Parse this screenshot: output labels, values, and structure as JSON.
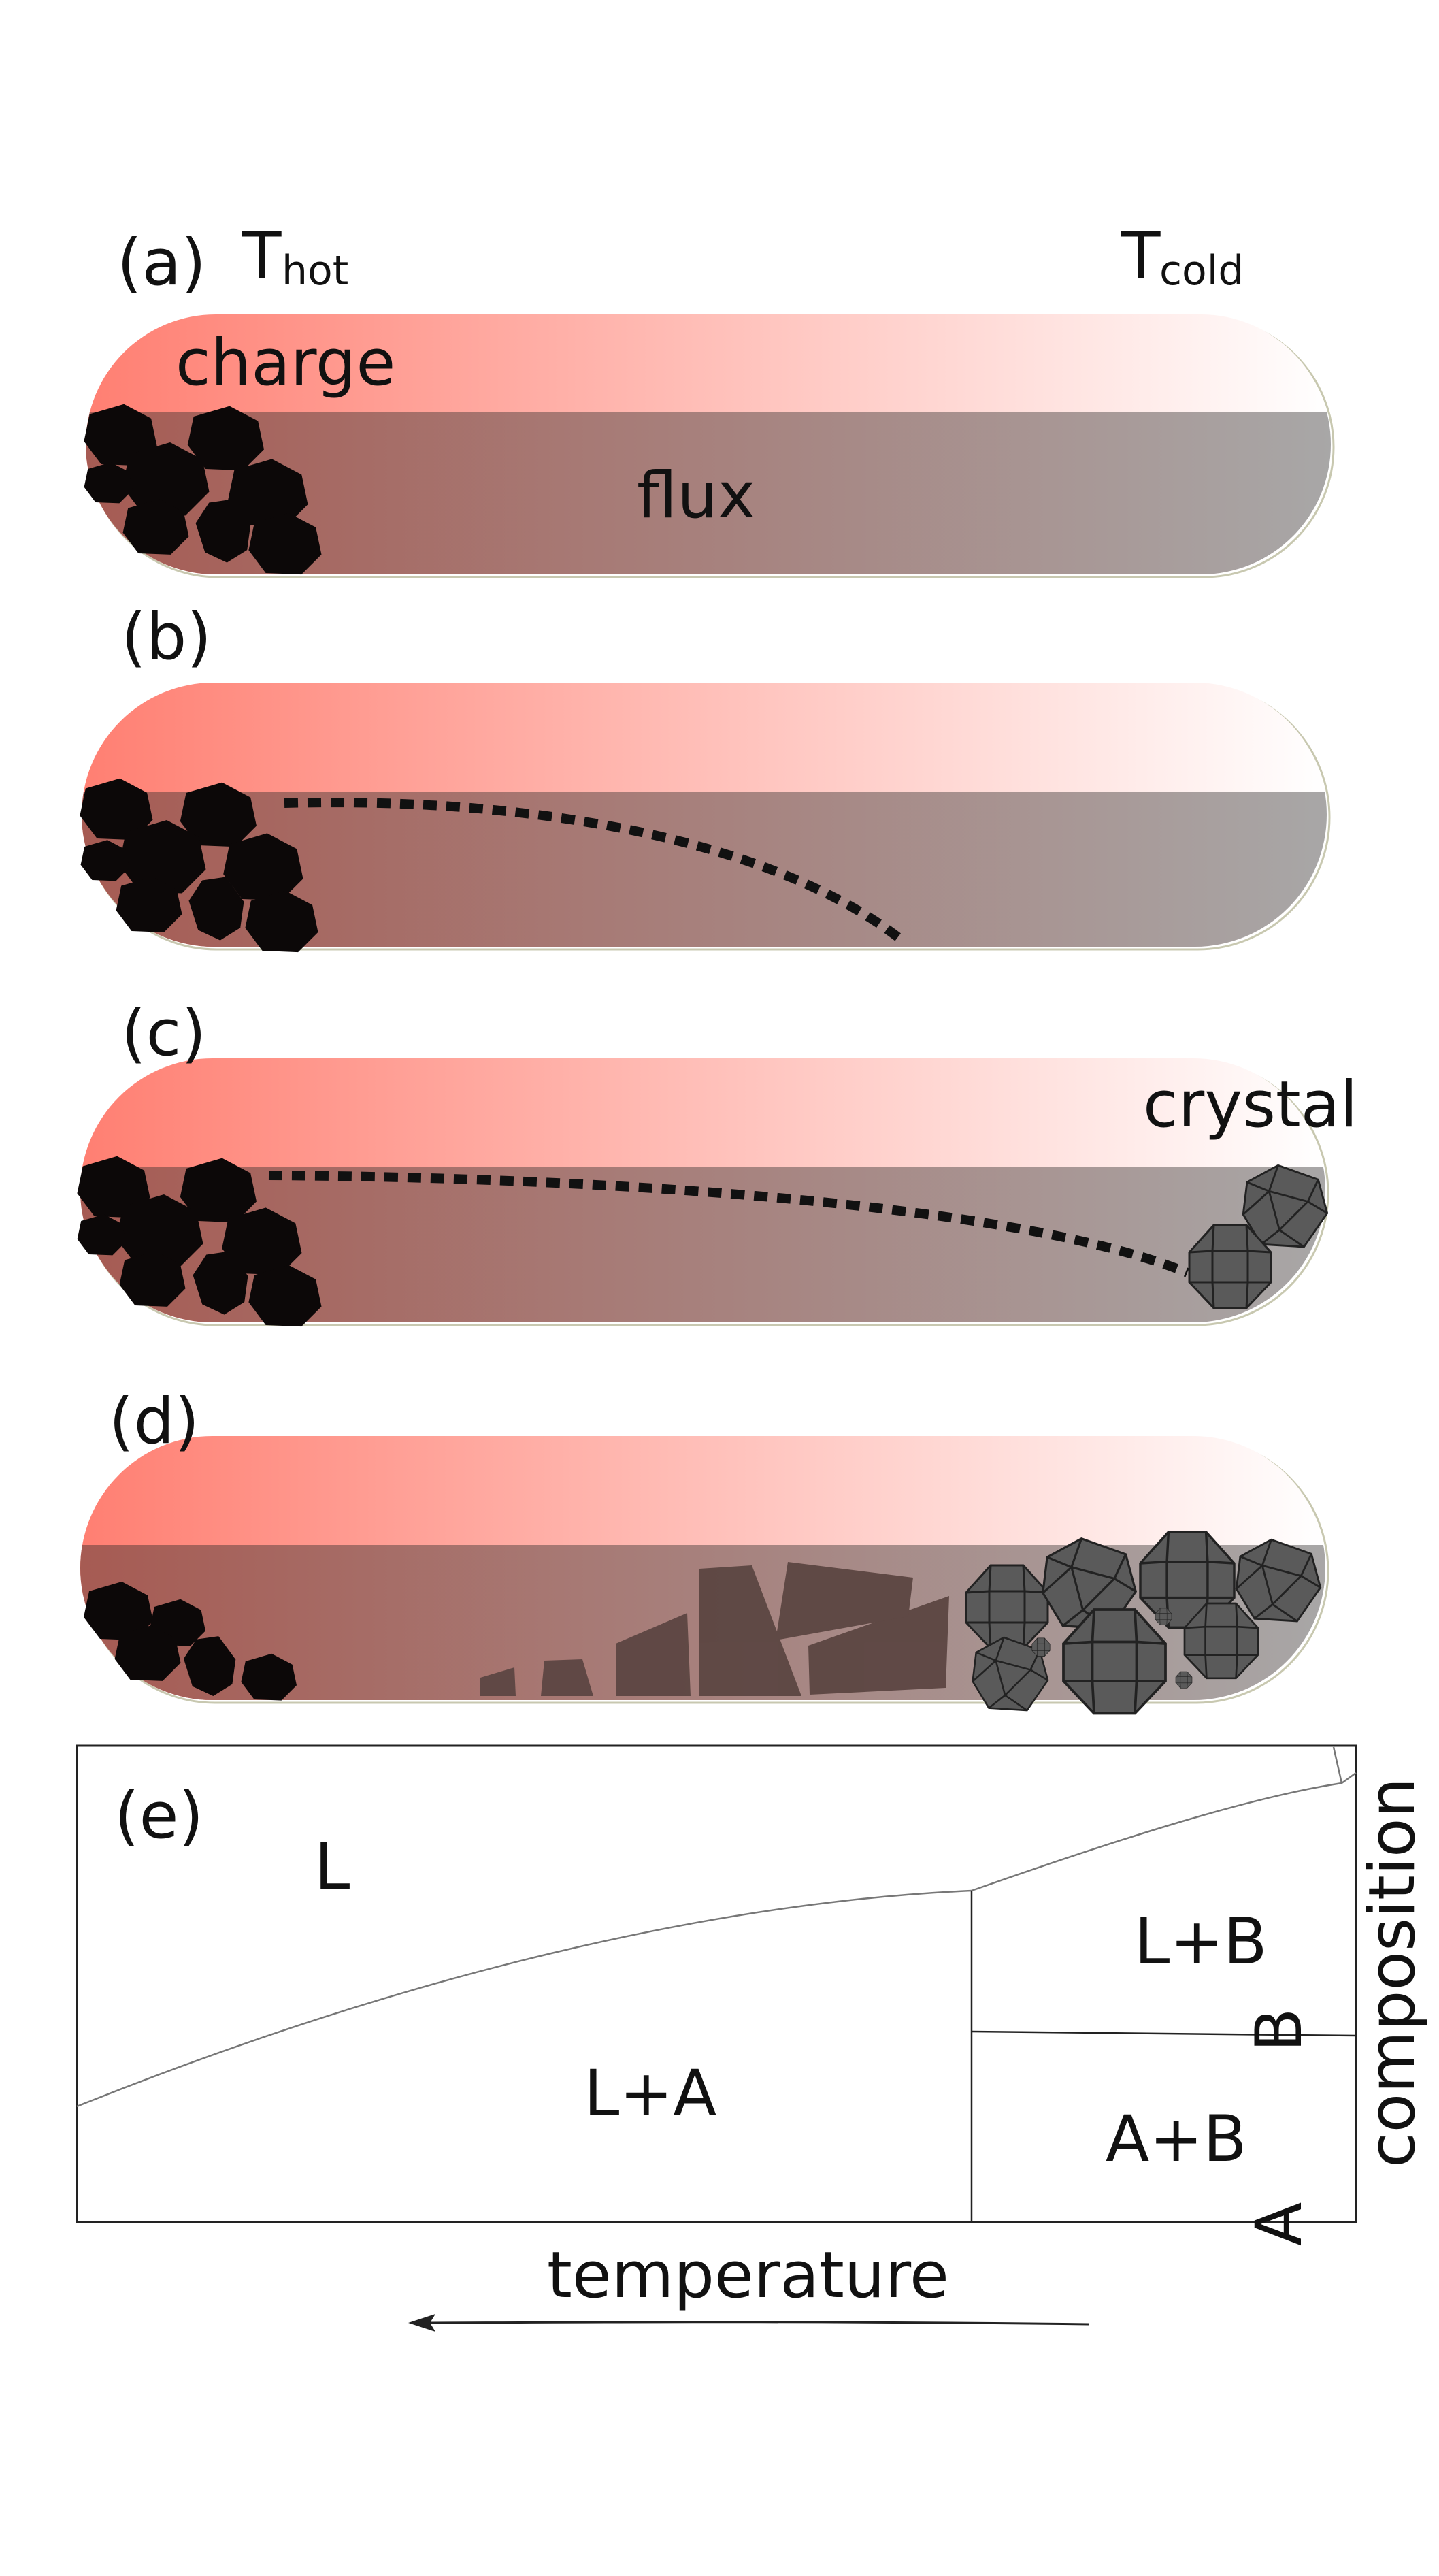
{
  "panels": {
    "a": {
      "label": "(a)",
      "t_hot_main": "T",
      "t_hot_sub": "hot",
      "t_cold_main": "T",
      "t_cold_sub": "cold",
      "charge_label": "charge",
      "flux_label": "flux"
    },
    "b": {
      "label": "(b)"
    },
    "c": {
      "label": "(c)",
      "crystal_label": "crystal"
    },
    "d": {
      "label": "(d)"
    },
    "e": {
      "label": "(e)",
      "region_L": "L",
      "region_LA": "L+A",
      "region_LB": "L+B",
      "region_AB": "A+B",
      "label_A": "A",
      "label_B": "B",
      "axis_y": "composition",
      "axis_x": "temperature"
    }
  },
  "colors": {
    "hot": "#ff7f72",
    "cold": "#ffffff",
    "flux_hot": "#a65a52",
    "flux_cold": "#a8a8a8",
    "charge": "#0c0808",
    "crystal": "#5a5a5a"
  }
}
